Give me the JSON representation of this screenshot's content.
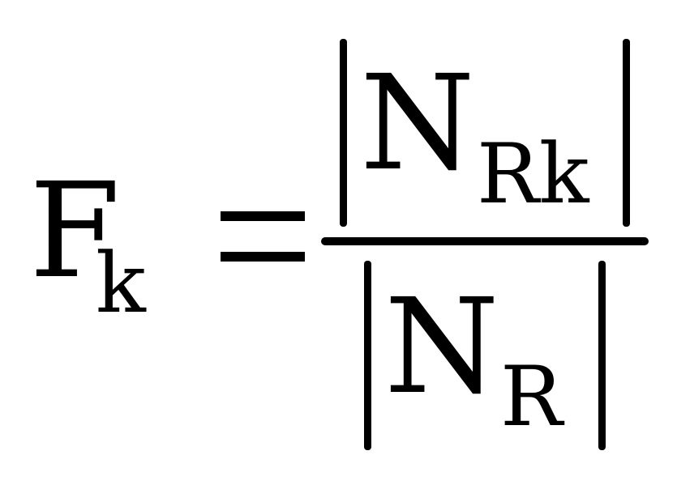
{
  "formula": {
    "lhs_symbol": "F",
    "lhs_subscript": "k",
    "relation": "=",
    "numerator_symbol": "N",
    "numerator_subscript": "Rk",
    "denominator_symbol": "N",
    "denominator_subscript": "R"
  }
}
